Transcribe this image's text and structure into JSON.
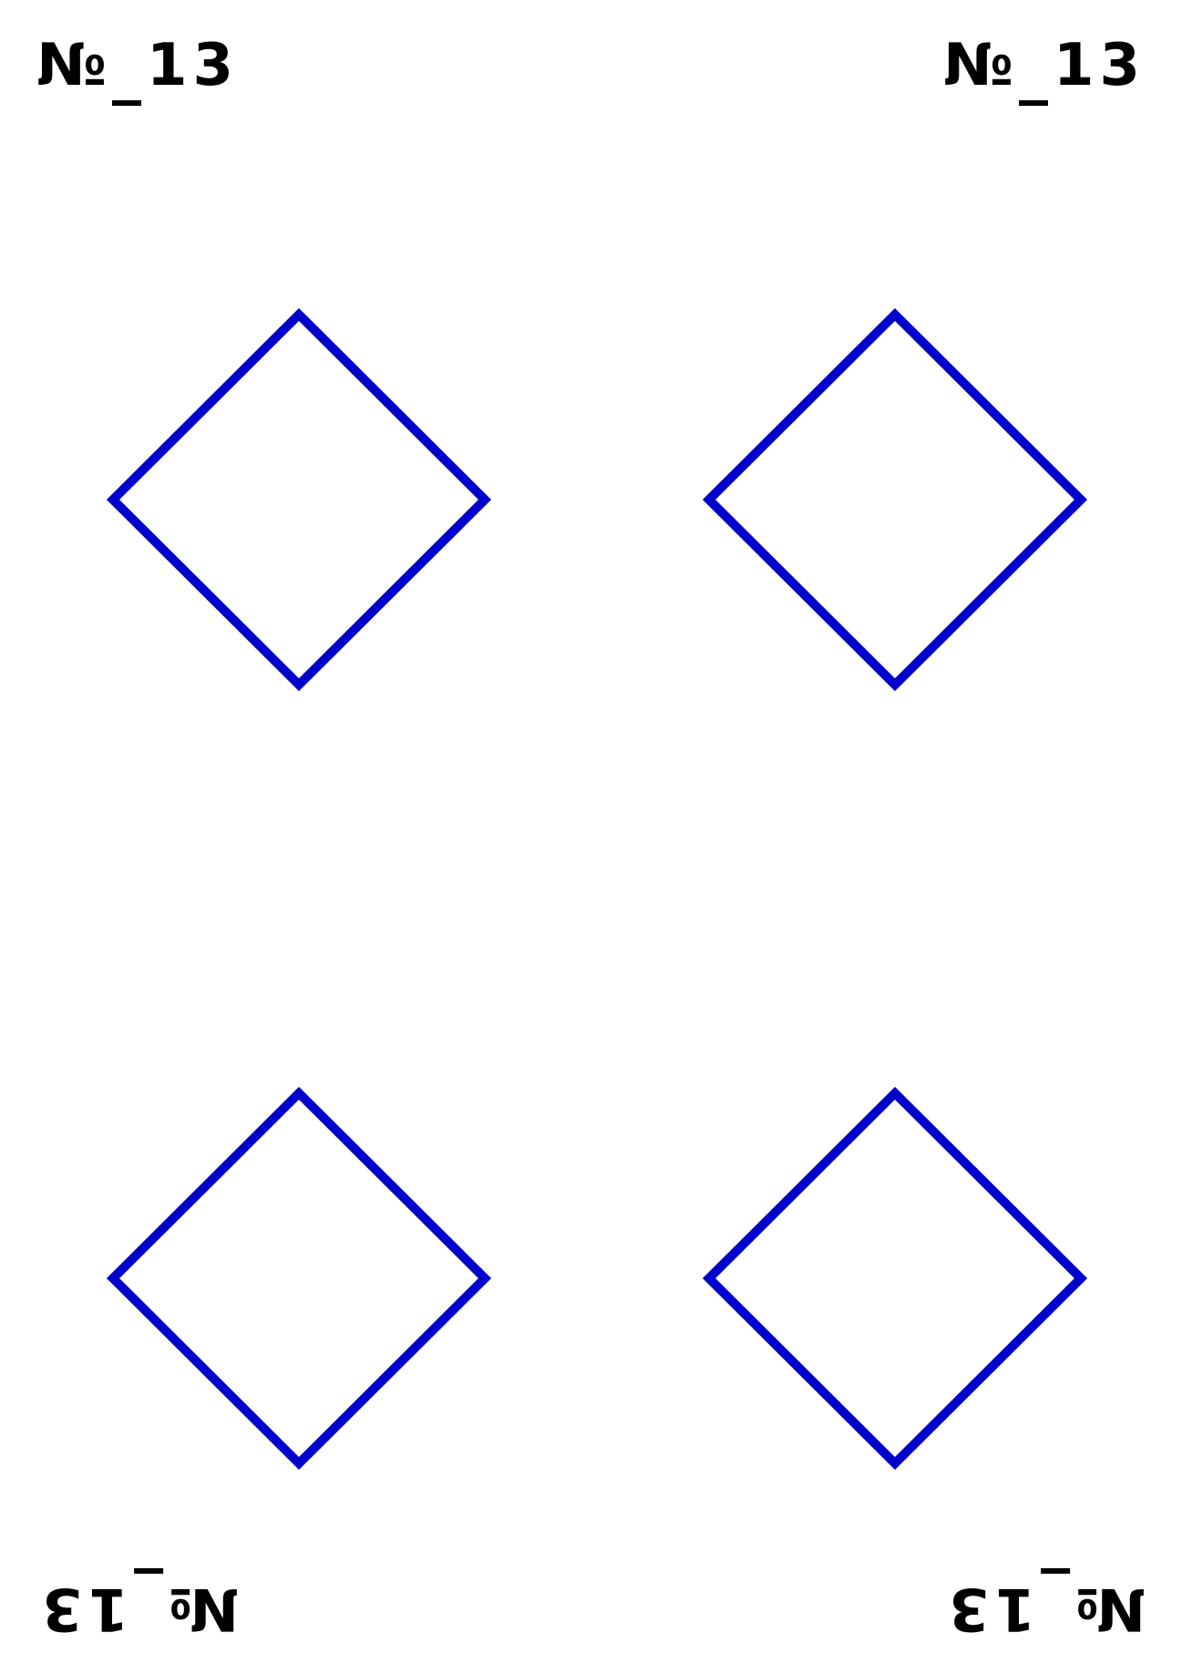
{
  "card": {
    "corner_label_number_sign": "№",
    "corner_label_separator": "_",
    "corner_label_value": "13",
    "pip_shape": "diamond-outline",
    "pip_count": 4,
    "colors": {
      "pip_stroke": "#0000cc",
      "label_text": "#000000",
      "background": "#ffffff"
    }
  }
}
